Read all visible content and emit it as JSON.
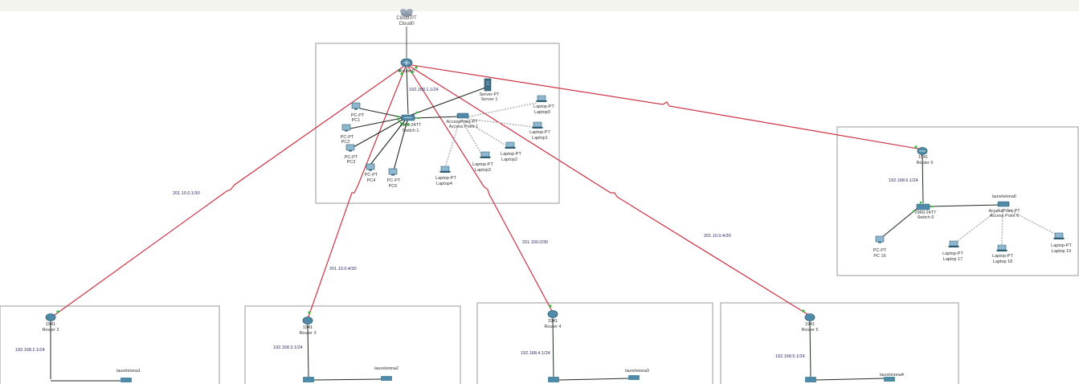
{
  "cloud": {
    "model": "Cloud-PT",
    "name": "Cloud0"
  },
  "main_router": {
    "name": "Router0"
  },
  "main_network": "192.168.1.1/24",
  "server": {
    "model": "Server-PT",
    "name": "Server 1"
  },
  "main_switch": {
    "model": "2960-24TT",
    "name": "Switch 1"
  },
  "access_point": {
    "model": "AccessPoint-PT",
    "name": "Access Point 1"
  },
  "pcs": [
    {
      "model": "PC-PT",
      "name": "PC1"
    },
    {
      "model": "PC-PT",
      "name": "PC2"
    },
    {
      "model": "PC-PT",
      "name": "PC3"
    },
    {
      "model": "PC-PT",
      "name": "PC4"
    },
    {
      "model": "PC-PT",
      "name": "PC5"
    }
  ],
  "laptops": [
    {
      "model": "Laptop-PT",
      "name": "Laptop0"
    },
    {
      "model": "Laptop-PT",
      "name": "Laptop1"
    },
    {
      "model": "Laptop-PT",
      "name": "Laptop2"
    },
    {
      "model": "Laptop-PT",
      "name": "Laptop3"
    },
    {
      "model": "Laptop-PT",
      "name": "Laptop4"
    }
  ],
  "wan_labels": [
    "201.10.0.1/30",
    "201.10.0.4/30",
    "201.100.0/30",
    "201.10.0.4/30"
  ],
  "branch_right": {
    "router": {
      "model": "1941",
      "name": "Router 6"
    },
    "network": "192.168.6.1/24",
    "switch": {
      "model": "2960-24TT",
      "name": "Switch 6"
    },
    "ssid": "laureleiona6",
    "access_point": {
      "model": "AccessPoint-PT",
      "name": "Access Point 6"
    },
    "pc": {
      "model": "PC-PT",
      "name": "PC 16"
    },
    "laptops": [
      {
        "model": "Laptop-PT",
        "name": "Laptop 17"
      },
      {
        "model": "Laptop-PT",
        "name": "Laptop 18"
      },
      {
        "model": "Laptop-PT",
        "name": "Laptop 19"
      }
    ]
  },
  "branches_bottom": [
    {
      "router": {
        "model": "1941",
        "name": "Router 2"
      },
      "network": "192.168.2.1/24",
      "ssid": "laureleiona1"
    },
    {
      "router": {
        "model": "1941",
        "name": "Router 3"
      },
      "network": "192.168.3.1/24",
      "ssid": "laureleiona2"
    },
    {
      "router": {
        "model": "1941",
        "name": "Router 4"
      },
      "network": "192.168.4.1/24",
      "ssid": "laureleiona3"
    },
    {
      "router": {
        "model": "1941",
        "name": "Router 5"
      },
      "network": "192.168.5.1/24",
      "ssid": "laureleiona4"
    }
  ],
  "colors": {
    "wan_link": "#cc3344",
    "ethernet": "#1f2a1f",
    "wireless": "#b8b8b8",
    "area_border": "#9a9a9a",
    "link_dot": "#2fbf3a"
  }
}
